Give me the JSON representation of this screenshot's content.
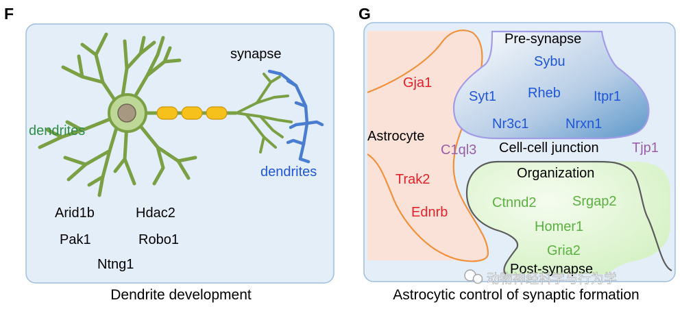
{
  "panel_f": {
    "letter": "F",
    "caption": "Dendrite development",
    "synapse_label": "synapse",
    "dendrites_left": "dendrites",
    "dendrites_right": "dendrites",
    "genes": [
      "Arid1b",
      "Hdac2",
      "Pak1",
      "Robo1",
      "Ntng1"
    ]
  },
  "panel_g": {
    "letter": "G",
    "caption": "Astrocytic control of synaptic formation",
    "astrocyte_label": "Astrocyte",
    "astrocyte_genes": [
      "Gja1",
      "Trak2",
      "Ednrb"
    ],
    "pre_synapse": {
      "title": "Pre-synapse",
      "genes": [
        "Sybu",
        "Syt1",
        "Rheb",
        "Itpr1",
        "Nr3c1",
        "Nrxn1"
      ]
    },
    "junction": {
      "title": "Cell-cell junction",
      "genes": [
        "C1ql3",
        "Tjp1"
      ]
    },
    "post_synapse": {
      "organization": "Organization",
      "title": "Post-synapse",
      "genes": [
        "Ctnnd2",
        "Srgap2",
        "Homer1",
        "Gria2"
      ]
    }
  },
  "watermark": "动物神经科学与行为学",
  "colors": {
    "panel_bg": "#e3eef8",
    "panel_border": "#9dbde0",
    "neuron": "#7aa043",
    "soma": "#bcd796",
    "nucleus": "#a79882",
    "myelin": "#f5c11a",
    "presyn_dendrite": "#4a7cd0",
    "green_text": "#2e8b45",
    "blue_text": "#1f55d8",
    "red_text": "#e5202a",
    "purple_text": "#9a5ea8",
    "astro_fill": "#fbe2d8",
    "astro_stroke": "#f0903a",
    "post_fill": "#e3f6d6",
    "post_stroke": "#5b5b5b",
    "post_green": "#5ab13f",
    "pre_stroke": "#a29be8"
  }
}
